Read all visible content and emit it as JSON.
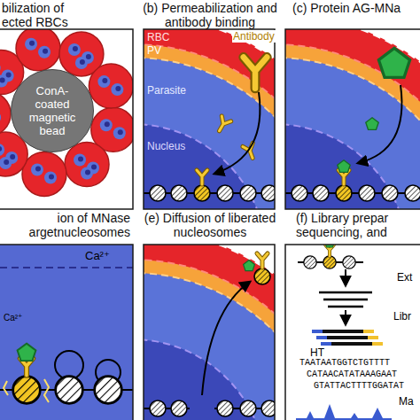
{
  "diagram": {
    "nodes": [
      {
        "text": [
          "bilization of ected RBCs"
        ]
      },
      {
        "text": [
          "ConA- coated magnetic bead"
        ],
        "in": 0
      },
      {
        "text": [
          "(b) Permeabilization and antibody binding"
        ]
      },
      {
        "text": [
          "(c) Protein AG-MNa"
        ]
      },
      {
        "text": [
          "ion of MNase argetnucleosomes"
        ]
      },
      {
        "text": [
          "(e) Diffusion of liberated nucleosomes"
        ]
      },
      {
        "text": [
          "(f) Library prepar sequencing, and"
        ]
      }
    ],
    "labels": [
      "RBC",
      "PV",
      "Antibody",
      "Parasite",
      "Nucleus",
      "Ca²⁺",
      "Ca²⁺",
      "Ext",
      "Libr",
      "HT",
      "TAATAATGGTCTGTTTT",
      "CATAACATATAAAGAAT",
      "GTATTACTTTTGGATAT",
      "Ma"
    ]
  }
}
